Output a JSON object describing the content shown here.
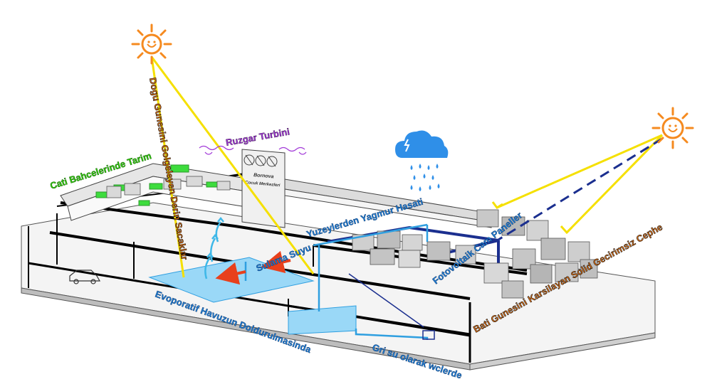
{
  "labels": {
    "rooftop_farming": "Cati Bahcelerinde Tarim",
    "deep_eaves": "Dogu Gunesini Golgeleyen Derin Sacaklar",
    "wind_turbine": "Ruzgar Turbini",
    "rain_harvest": "Yuzeylerden Yagmur Hasati",
    "irrigation_water": "Sulama Suyu",
    "photovoltaic": "Fotovoltaik Cam Paneller",
    "west_facade": "Bati Gunesini Karsilayan Solid Gecirimsiz Cephe",
    "evaporative_pool": "Evoporatif Havuzun Doldurulmasinda",
    "grey_water": "Gri su olarak wclerde",
    "signboard_line1": "Bornova",
    "signboard_line2": "Cocuk Merkezleri"
  },
  "colors": {
    "sun": "#f58a1f",
    "sun_ray": "#f5e000",
    "water": "#7fd0f5",
    "water_line": "#2f9fe0",
    "deep_blue": "#1b2f8f",
    "arrow_red": "#e8401c",
    "green_label": "#33cc11",
    "purple_label": "#a23ad8",
    "blue_label": "#1f7fd6",
    "orange_label": "#d8701a",
    "cloud": "#2f8fe8"
  },
  "icons": [
    "sun-icon",
    "rain-cloud-icon",
    "wind-turbine-icon",
    "car-icon"
  ]
}
